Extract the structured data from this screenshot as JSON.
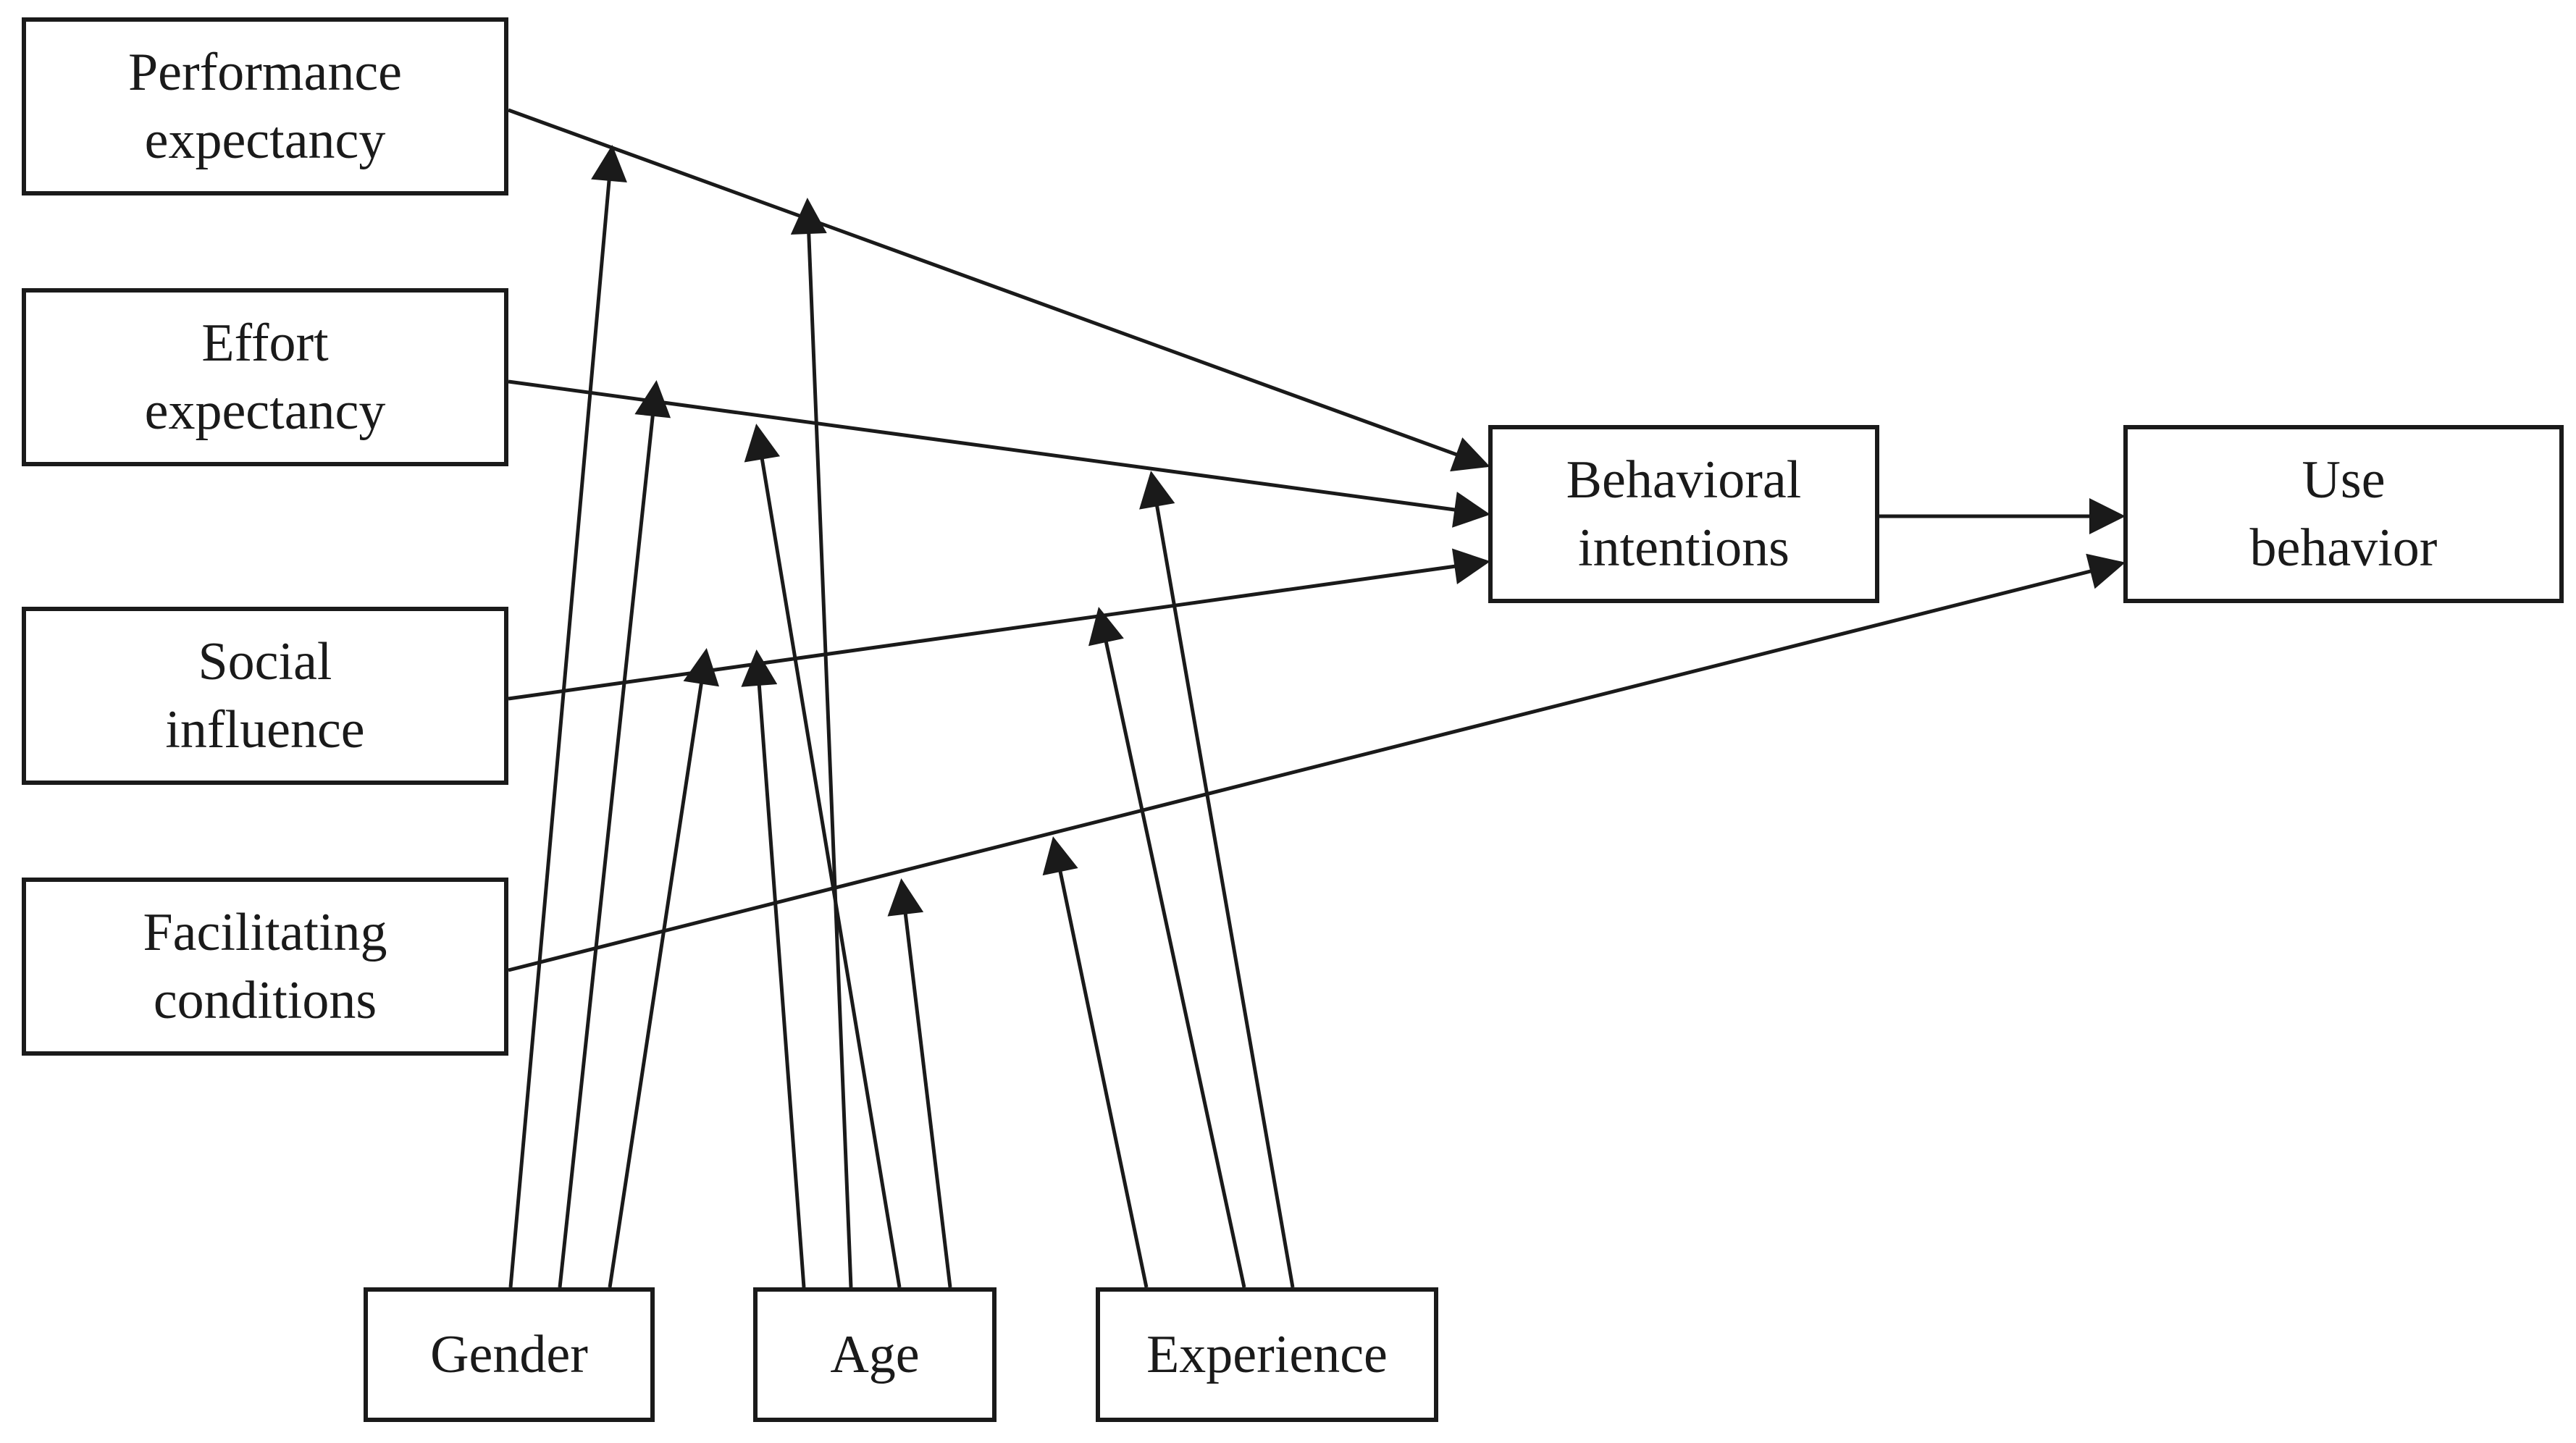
{
  "boxes": {
    "performance_expectancy": [
      "Performance",
      "expectancy"
    ],
    "effort_expectancy": [
      "Effort",
      "expectancy"
    ],
    "social_influence": [
      "Social",
      "influence"
    ],
    "facilitating_conditions": [
      "Facilitating",
      "conditions"
    ],
    "behavioral_intentions": [
      "Behavioral",
      "intentions"
    ],
    "use_behavior": [
      "Use",
      "behavior"
    ],
    "gender": "Gender",
    "age": "Age",
    "experience": "Experience"
  },
  "edges": [
    {
      "from": "performance_expectancy",
      "to": "behavioral_intentions"
    },
    {
      "from": "effort_expectancy",
      "to": "behavioral_intentions"
    },
    {
      "from": "social_influence",
      "to": "behavioral_intentions"
    },
    {
      "from": "behavioral_intentions",
      "to": "use_behavior"
    },
    {
      "from": "facilitating_conditions",
      "to": "use_behavior"
    }
  ],
  "moderations": [
    {
      "moderator": "gender",
      "path": "performance_expectancy -> behavioral_intentions"
    },
    {
      "moderator": "gender",
      "path": "effort_expectancy -> behavioral_intentions"
    },
    {
      "moderator": "gender",
      "path": "social_influence -> behavioral_intentions"
    },
    {
      "moderator": "age",
      "path": "performance_expectancy -> behavioral_intentions"
    },
    {
      "moderator": "age",
      "path": "effort_expectancy -> behavioral_intentions"
    },
    {
      "moderator": "age",
      "path": "social_influence -> behavioral_intentions"
    },
    {
      "moderator": "age",
      "path": "facilitating_conditions -> use_behavior"
    },
    {
      "moderator": "experience",
      "path": "effort_expectancy -> behavioral_intentions"
    },
    {
      "moderator": "experience",
      "path": "social_influence -> behavioral_intentions"
    },
    {
      "moderator": "experience",
      "path": "facilitating_conditions -> use_behavior"
    }
  ],
  "colors": {
    "stroke": "#1a1a1a",
    "background": "#ffffff"
  }
}
